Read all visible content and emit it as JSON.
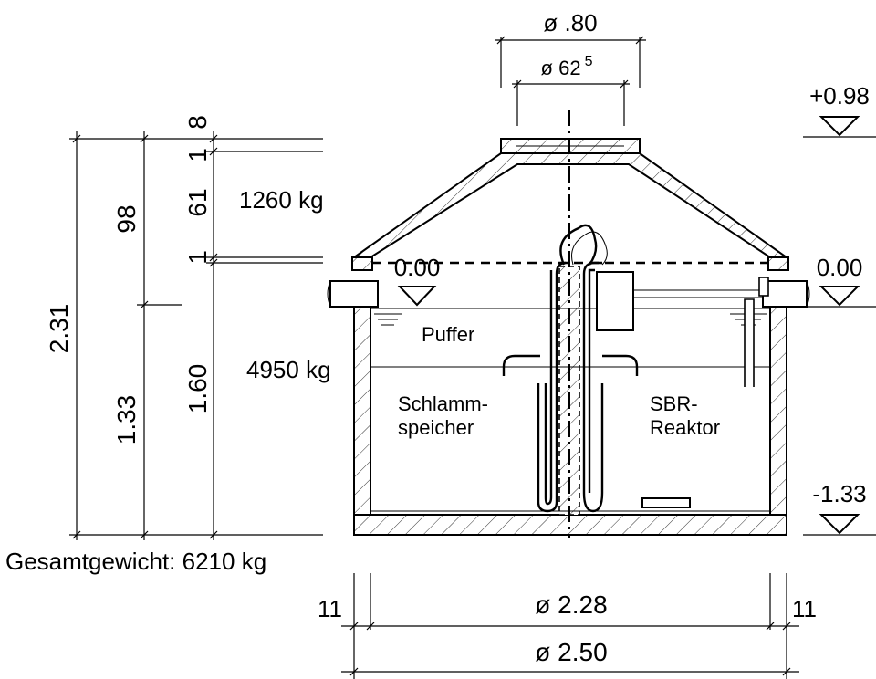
{
  "diagram": {
    "levels": {
      "top": "+0.98",
      "ground_left": "0.00",
      "ground_right": "0.00",
      "bottom": "-1.33"
    },
    "diameters": {
      "outer_top": "ø .80",
      "inner_top_base": "ø 62",
      "inner_top_sup": "5",
      "inner": "ø 2.28",
      "outer": "ø 2.50"
    },
    "left_dims": {
      "total": "2.31",
      "upper": "98",
      "lower": "1.33",
      "cover": "8",
      "gap_top": "1",
      "cone": "61",
      "gap_bottom": "1",
      "tank": "1.60"
    },
    "weights": {
      "cone": "1260 kg",
      "tank": "4950 kg",
      "total": "Gesamtgewicht: 6210 kg"
    },
    "wall_dims": {
      "left": "11",
      "right": "11"
    },
    "chambers": {
      "buffer": "Puffer",
      "sludge_line1": "Schlamm-",
      "sludge_line2": "speicher",
      "sbr_line1": "SBR-",
      "sbr_line2": "Reaktor"
    }
  }
}
